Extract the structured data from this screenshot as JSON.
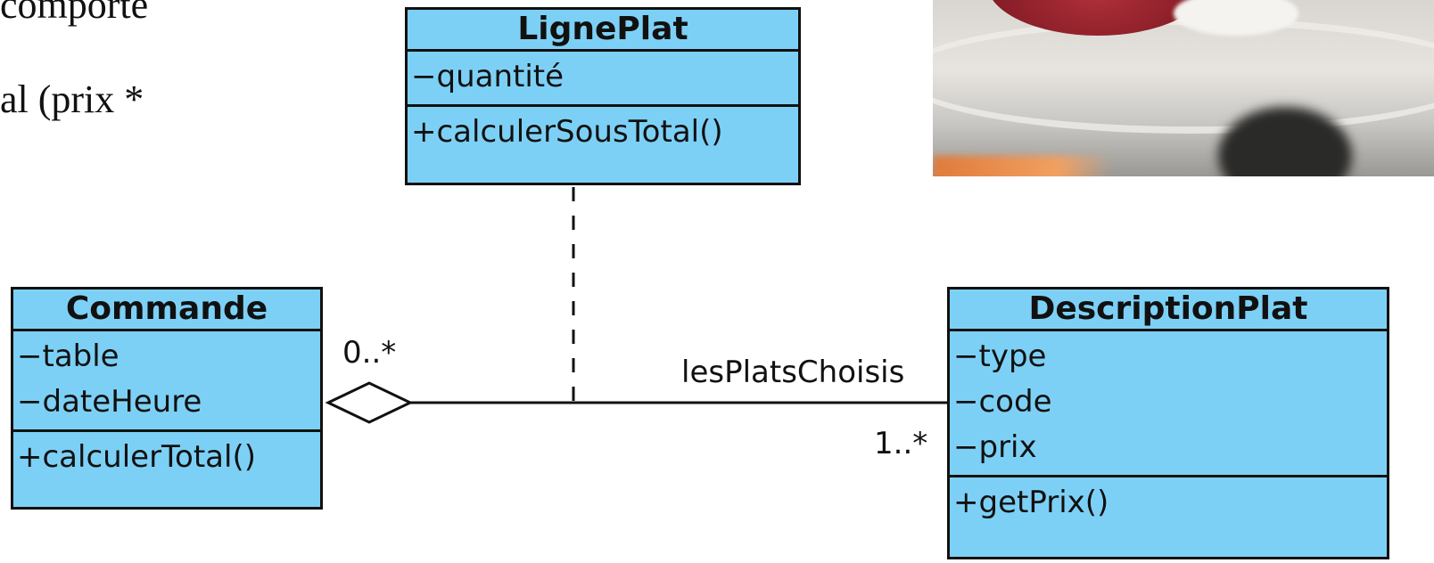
{
  "slide": {
    "line_1": "comporte",
    "line_2": "al (prix *"
  },
  "diagram": {
    "classes": {
      "ligneplat": {
        "name": "LignePlat",
        "attributes": [
          "−quantité"
        ],
        "operations": [
          "+calculerSousTotal()"
        ]
      },
      "commande": {
        "name": "Commande",
        "attributes": [
          "−table",
          "−dateHeure"
        ],
        "operations": [
          "+calculerTotal()"
        ]
      },
      "description": {
        "name": "DescriptionPlat",
        "attributes": [
          "−type",
          "−code",
          "−prix"
        ],
        "operations": [
          "+getPrix()"
        ]
      }
    },
    "association": {
      "role": "lesPlatsChoisis",
      "mult_commande": "0..*",
      "mult_description": "1..*",
      "aggregation": "hollow diamond at Commande",
      "association_class_link": "dashed"
    }
  }
}
